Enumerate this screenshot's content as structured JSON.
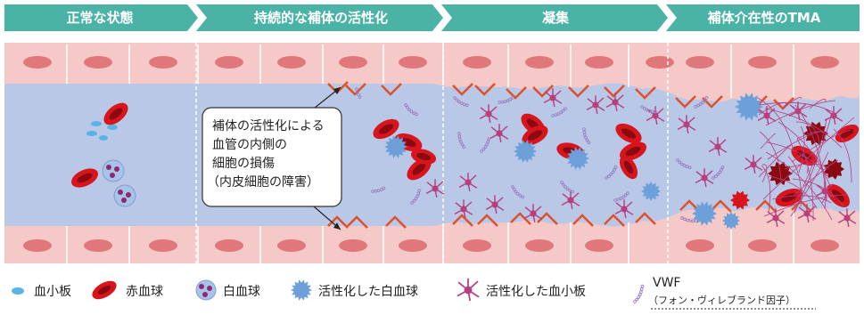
{
  "stages": [
    {
      "label": "正常な状態"
    },
    {
      "label": "持続的な補体の活性化"
    },
    {
      "label": "凝集"
    },
    {
      "label": "補体介在性のTMA"
    }
  ],
  "callout": {
    "lines": [
      "補体の活性化による",
      "血管の内側の",
      "細胞の損傷",
      "（内皮細胞の障害）"
    ]
  },
  "legend": {
    "platelet": "血小板",
    "rbc": "赤血球",
    "wbc": "白血球",
    "activated_wbc": "活性化した白血球",
    "activated_platelet": "活性化した血小板",
    "vwf": "VWF",
    "vwf_sub": "（フォン・ヴィレブランド因子）"
  },
  "colors": {
    "stage_bar": "#4bb3a6",
    "vessel_lumen": "#b8c8e6",
    "vessel_wall": "#f5c9c8",
    "cell_nucleus": "#e0777a",
    "rbc": "#d8141c",
    "platelet": "#59b3e8",
    "wbc": "#a9c3e8",
    "wbc_nucleus": "#8b2a72",
    "activated_wbc": "#6d9fd8",
    "activated_platelet": "#b6407e",
    "vwf": "#9b7fc0"
  }
}
